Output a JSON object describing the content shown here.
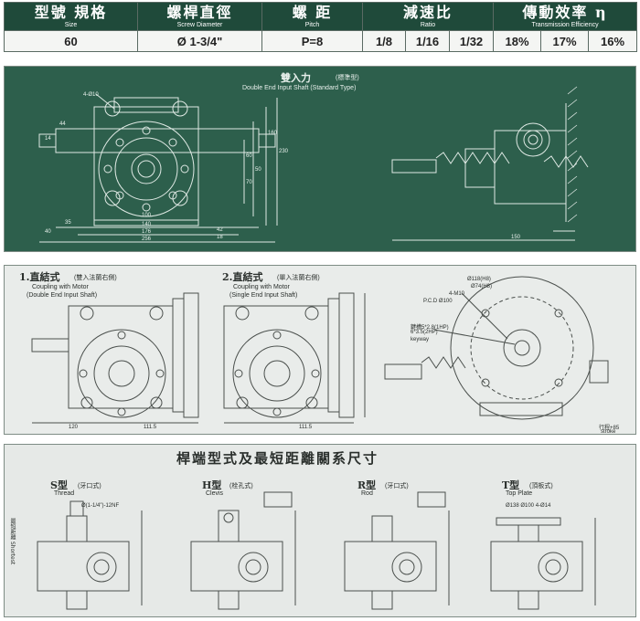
{
  "spec_table": {
    "model": {
      "zh": "型號 規格",
      "en": "Size",
      "value": "60"
    },
    "screw": {
      "zh": "螺桿直徑",
      "en": "Screw Diameter",
      "value": "Ø 1-3/4\""
    },
    "pitch": {
      "zh": "螺 距",
      "en": "Pitch",
      "value": "P=8"
    },
    "ratio": {
      "zh": "減速比",
      "en": "Ratio",
      "values": [
        "1/8",
        "1/16",
        "1/32"
      ]
    },
    "efficiency": {
      "zh": "傳動效率 η",
      "en": "Transmission Efficiency",
      "values": [
        "18%",
        "17%",
        "16%"
      ]
    }
  },
  "top_panel": {
    "title_zh": "雙入力",
    "title_sub": "(標準型)",
    "title_en": "Double End Input Shaft (Standard Type)",
    "dims": {
      "d4_10": "4-Ø10",
      "d44": "44",
      "d14": "14",
      "d35": "35",
      "d40": "40",
      "d100": "100",
      "d140": "140",
      "d176": "176",
      "d256": "256",
      "d42": "42",
      "d18": "18",
      "d160": "160",
      "d230": "230",
      "d60": "60",
      "d70": "70",
      "d50": "50",
      "d150": "150"
    }
  },
  "middle_panel": {
    "view1_zh": "1.直結式",
    "view1_sub": "(雙入法蘭右側)",
    "view1_en1": "Coupling with Motor",
    "view1_en2": "(Double End Input Shaft)",
    "view2_zh": "2.直結式",
    "view2_sub": "(單入法蘭右側)",
    "view2_en1": "Coupling with Motor",
    "view2_en2": "(Single End Input Shaft)",
    "dims": {
      "d120": "120",
      "d111_5a": "111.5",
      "d111_5b": "111.5"
    },
    "flange": {
      "d1": "Ø118(H8)",
      "d2": "Ø74(H8)",
      "pcd": "P.C.D Ø100",
      "holes": "4-M10",
      "key1": "鍵槽5*2.8(1HP)",
      "key2": "6*3.5(2HP)",
      "key3": "keyway",
      "note1": "行程+85",
      "note2": "stroke"
    }
  },
  "bottom_panel": {
    "title": "桿端型式及最短距離關系尺寸",
    "types": [
      {
        "zh": "S型",
        "sub": "(牙口式)",
        "en": "Thread",
        "spec": "Ø(1-1/4\")-12NF"
      },
      {
        "zh": "H型",
        "sub": "(栓孔式)",
        "en": "Clevis",
        "spec": ""
      },
      {
        "zh": "R型",
        "sub": "(牙口式)",
        "en": "Rod",
        "spec": ""
      },
      {
        "zh": "T型",
        "sub": "(頂板式)",
        "en": "Top Plate",
        "spec": "Ø138  Ø100  4-Ø14"
      }
    ],
    "side_note": "最短距離 Shortest"
  }
}
